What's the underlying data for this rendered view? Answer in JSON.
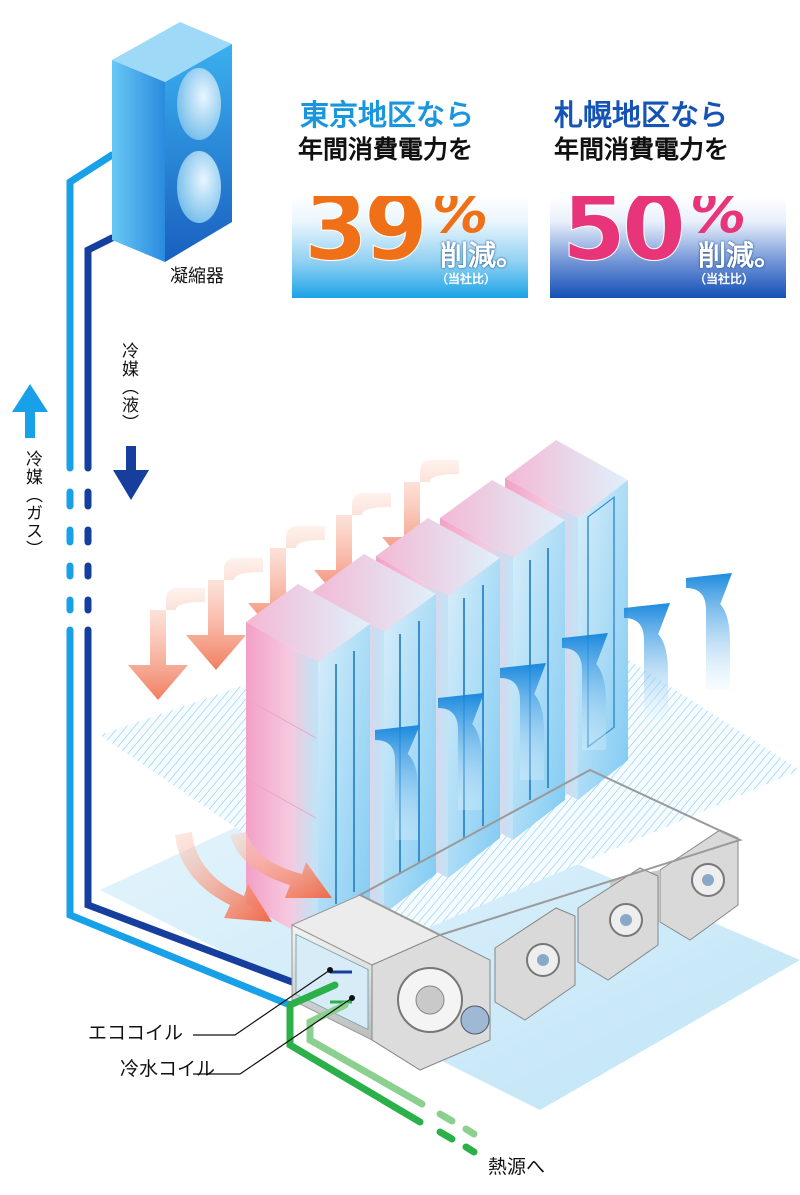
{
  "panels": {
    "tokyo": {
      "region": "東京地区なら",
      "subtitle": "年間消費電力を",
      "percent": "39",
      "percent_sign": "%",
      "reduction": "削減。",
      "note": "（当社比）",
      "accent_color": "#1a96dc",
      "number_color": "#f07018"
    },
    "sapporo": {
      "region": "札幌地区なら",
      "subtitle": "年間消費電力を",
      "percent": "50",
      "percent_sign": "%",
      "reduction": "削減。",
      "note": "（当社比）",
      "accent_color": "#1554b4",
      "number_color": "#e8357a"
    }
  },
  "labels": {
    "condenser": "凝縮器",
    "refrigerant_liquid": "冷媒（液）",
    "refrigerant_gas": "冷媒（ガス）",
    "eco_coil": "エココイル",
    "chilled_water_coil": "冷水コイル",
    "to_heat_source": "熱源へ"
  },
  "colors": {
    "gas_line": "#18a0e8",
    "liquid_line": "#163e9c",
    "water_line": "#2bb04a",
    "warm_air": "#f07a5a",
    "cool_air": "#1a8ee0",
    "rack_pink": "#f3a8c8",
    "rack_blue": "#8fd2f4",
    "floor": "#cdeaf8"
  }
}
